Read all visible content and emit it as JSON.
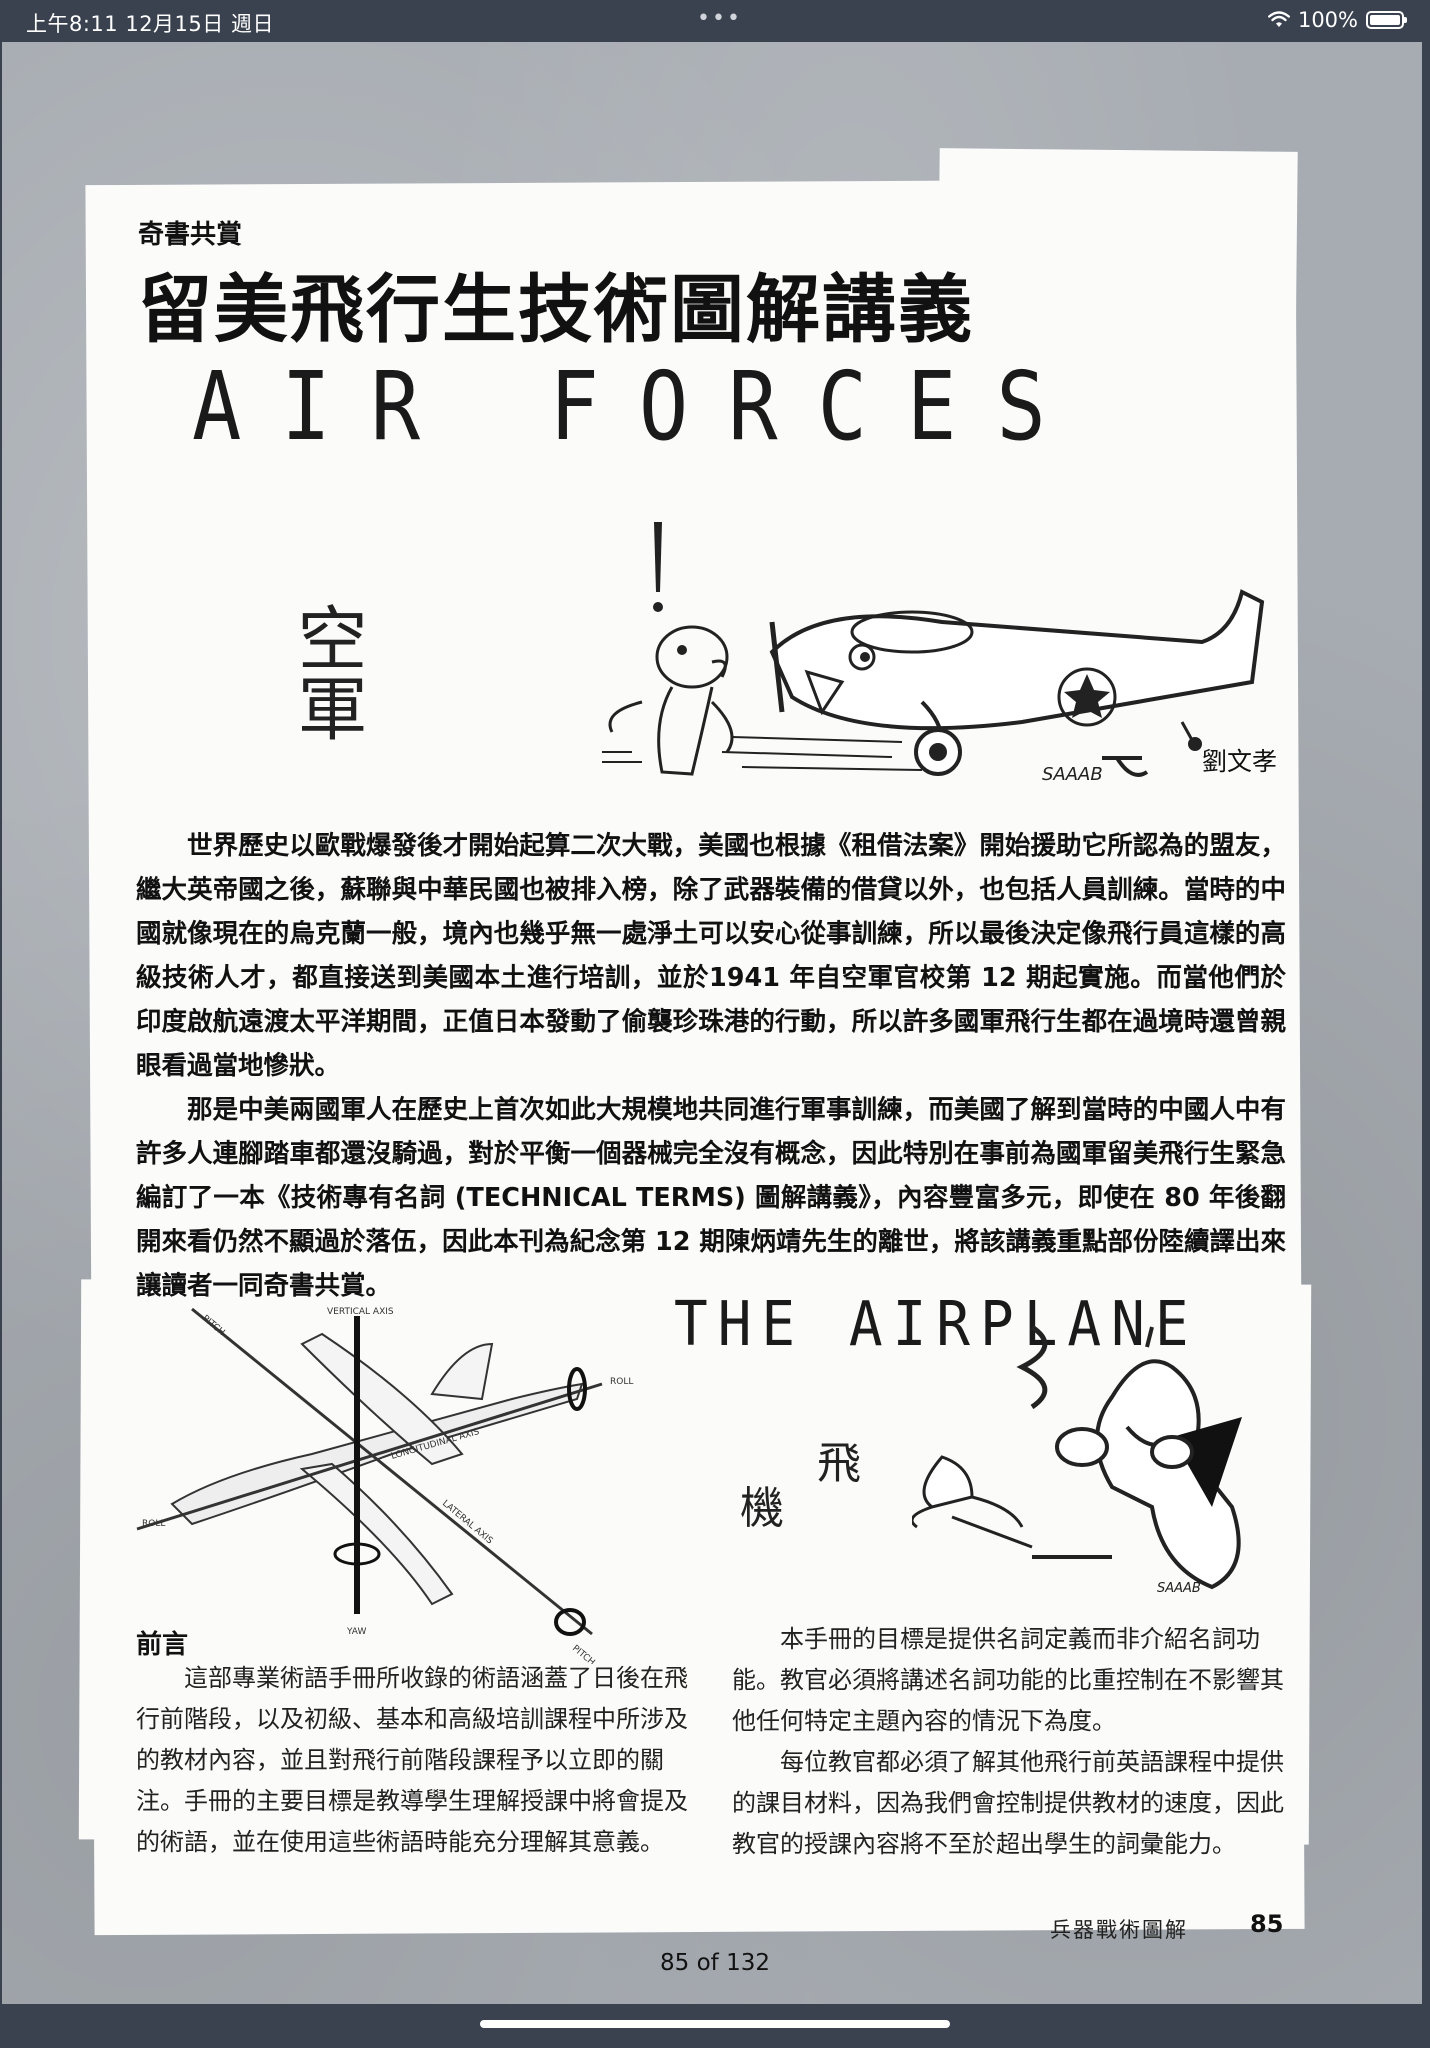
{
  "status_bar": {
    "time_date": "上午8:11   12月15日 週日",
    "dots": "•••",
    "wifi_icon": "wifi-icon",
    "battery_percent": "100%",
    "battery_level": 1.0
  },
  "article": {
    "section_label": "奇書共賞",
    "title": "留美飛行生技術圖解講義",
    "english_heading": "AIR FORCES",
    "illustration_caption": "空軍",
    "signature": "SAAAB",
    "author": "劉文孝",
    "paragraphs": [
      "世界歷史以歐戰爆發後才開始起算二次大戰，美國也根據《租借法案》開始援助它所認為的盟友，繼大英帝國之後，蘇聯與中華民國也被排入榜，除了武器裝備的借貸以外，也包括人員訓練。當時的中國就像現在的烏克蘭一般，境內也幾乎無一處淨土可以安心從事訓練，所以最後決定像飛行員這樣的高級技術人才，都直接送到美國本土進行培訓，並於1941 年自空軍官校第 12 期起實施。而當他們於印度啟航遠渡太平洋期間，正值日本發動了偷襲珍珠港的行動，所以許多國軍飛行生都在過境時還曾親眼看過當地慘狀。",
      "那是中美兩國軍人在歷史上首次如此大規模地共同進行軍事訓練，而美國了解到當時的中國人中有許多人連腳踏車都還沒騎過，對於平衡一個器械完全沒有概念，因此特別在事前為國軍留美飛行生緊急編訂了一本《技術專有名詞 (TECHNICAL TERMS) 圖解講義》，內容豐富多元，即使在 80 年後翻開來看仍然不顯過於落伍，因此本刊為紀念第 12 期陳炳靖先生的離世，將該講義重點部份陸續譯出來讓讀者一同奇書共賞。"
    ],
    "diagram_labels": {
      "vertical_axis": "VERTICAL AXIS",
      "pitch_top": "PITCH",
      "roll_right": "ROLL",
      "longitudinal_axis": "LONGITUDINAL AXIS",
      "lateral_axis": "LATERAL AXIS",
      "roll_left": "ROLL",
      "yaw": "YAW",
      "pitch_bottom": "PITCH"
    },
    "airplane_heading": "THE AIRPLANE",
    "airplane_chinese_1": "飛",
    "airplane_chinese_2": "機",
    "preface_heading": "前言",
    "preface_left": "這部專業術語手冊所收錄的術語涵蓋了日後在飛行前階段，以及初級、基本和高級培訓課程中所涉及的教材內容，並且對飛行前階段課程予以立即的關注。手冊的主要目標是教導學生理解授課中將會提及的術語，並在使用這些術語時能充分理解其意義。",
    "preface_right": [
      "本手冊的目標是提供名詞定義而非介紹名詞功能。教官必須將講述名詞功能的比重控制在不影響其他任何特定主題內容的情況下為度。",
      "每位教官都必須了解其他飛行前英語課程中提供的課目材料，因為我們會控制提供教材的速度，因此教官的授課內容將不至於超出學生的詞彙能力。"
    ],
    "footer_publication": "兵器戰術圖解",
    "footer_page_number": "85"
  },
  "reader": {
    "page_indicator": "85 of 132"
  }
}
